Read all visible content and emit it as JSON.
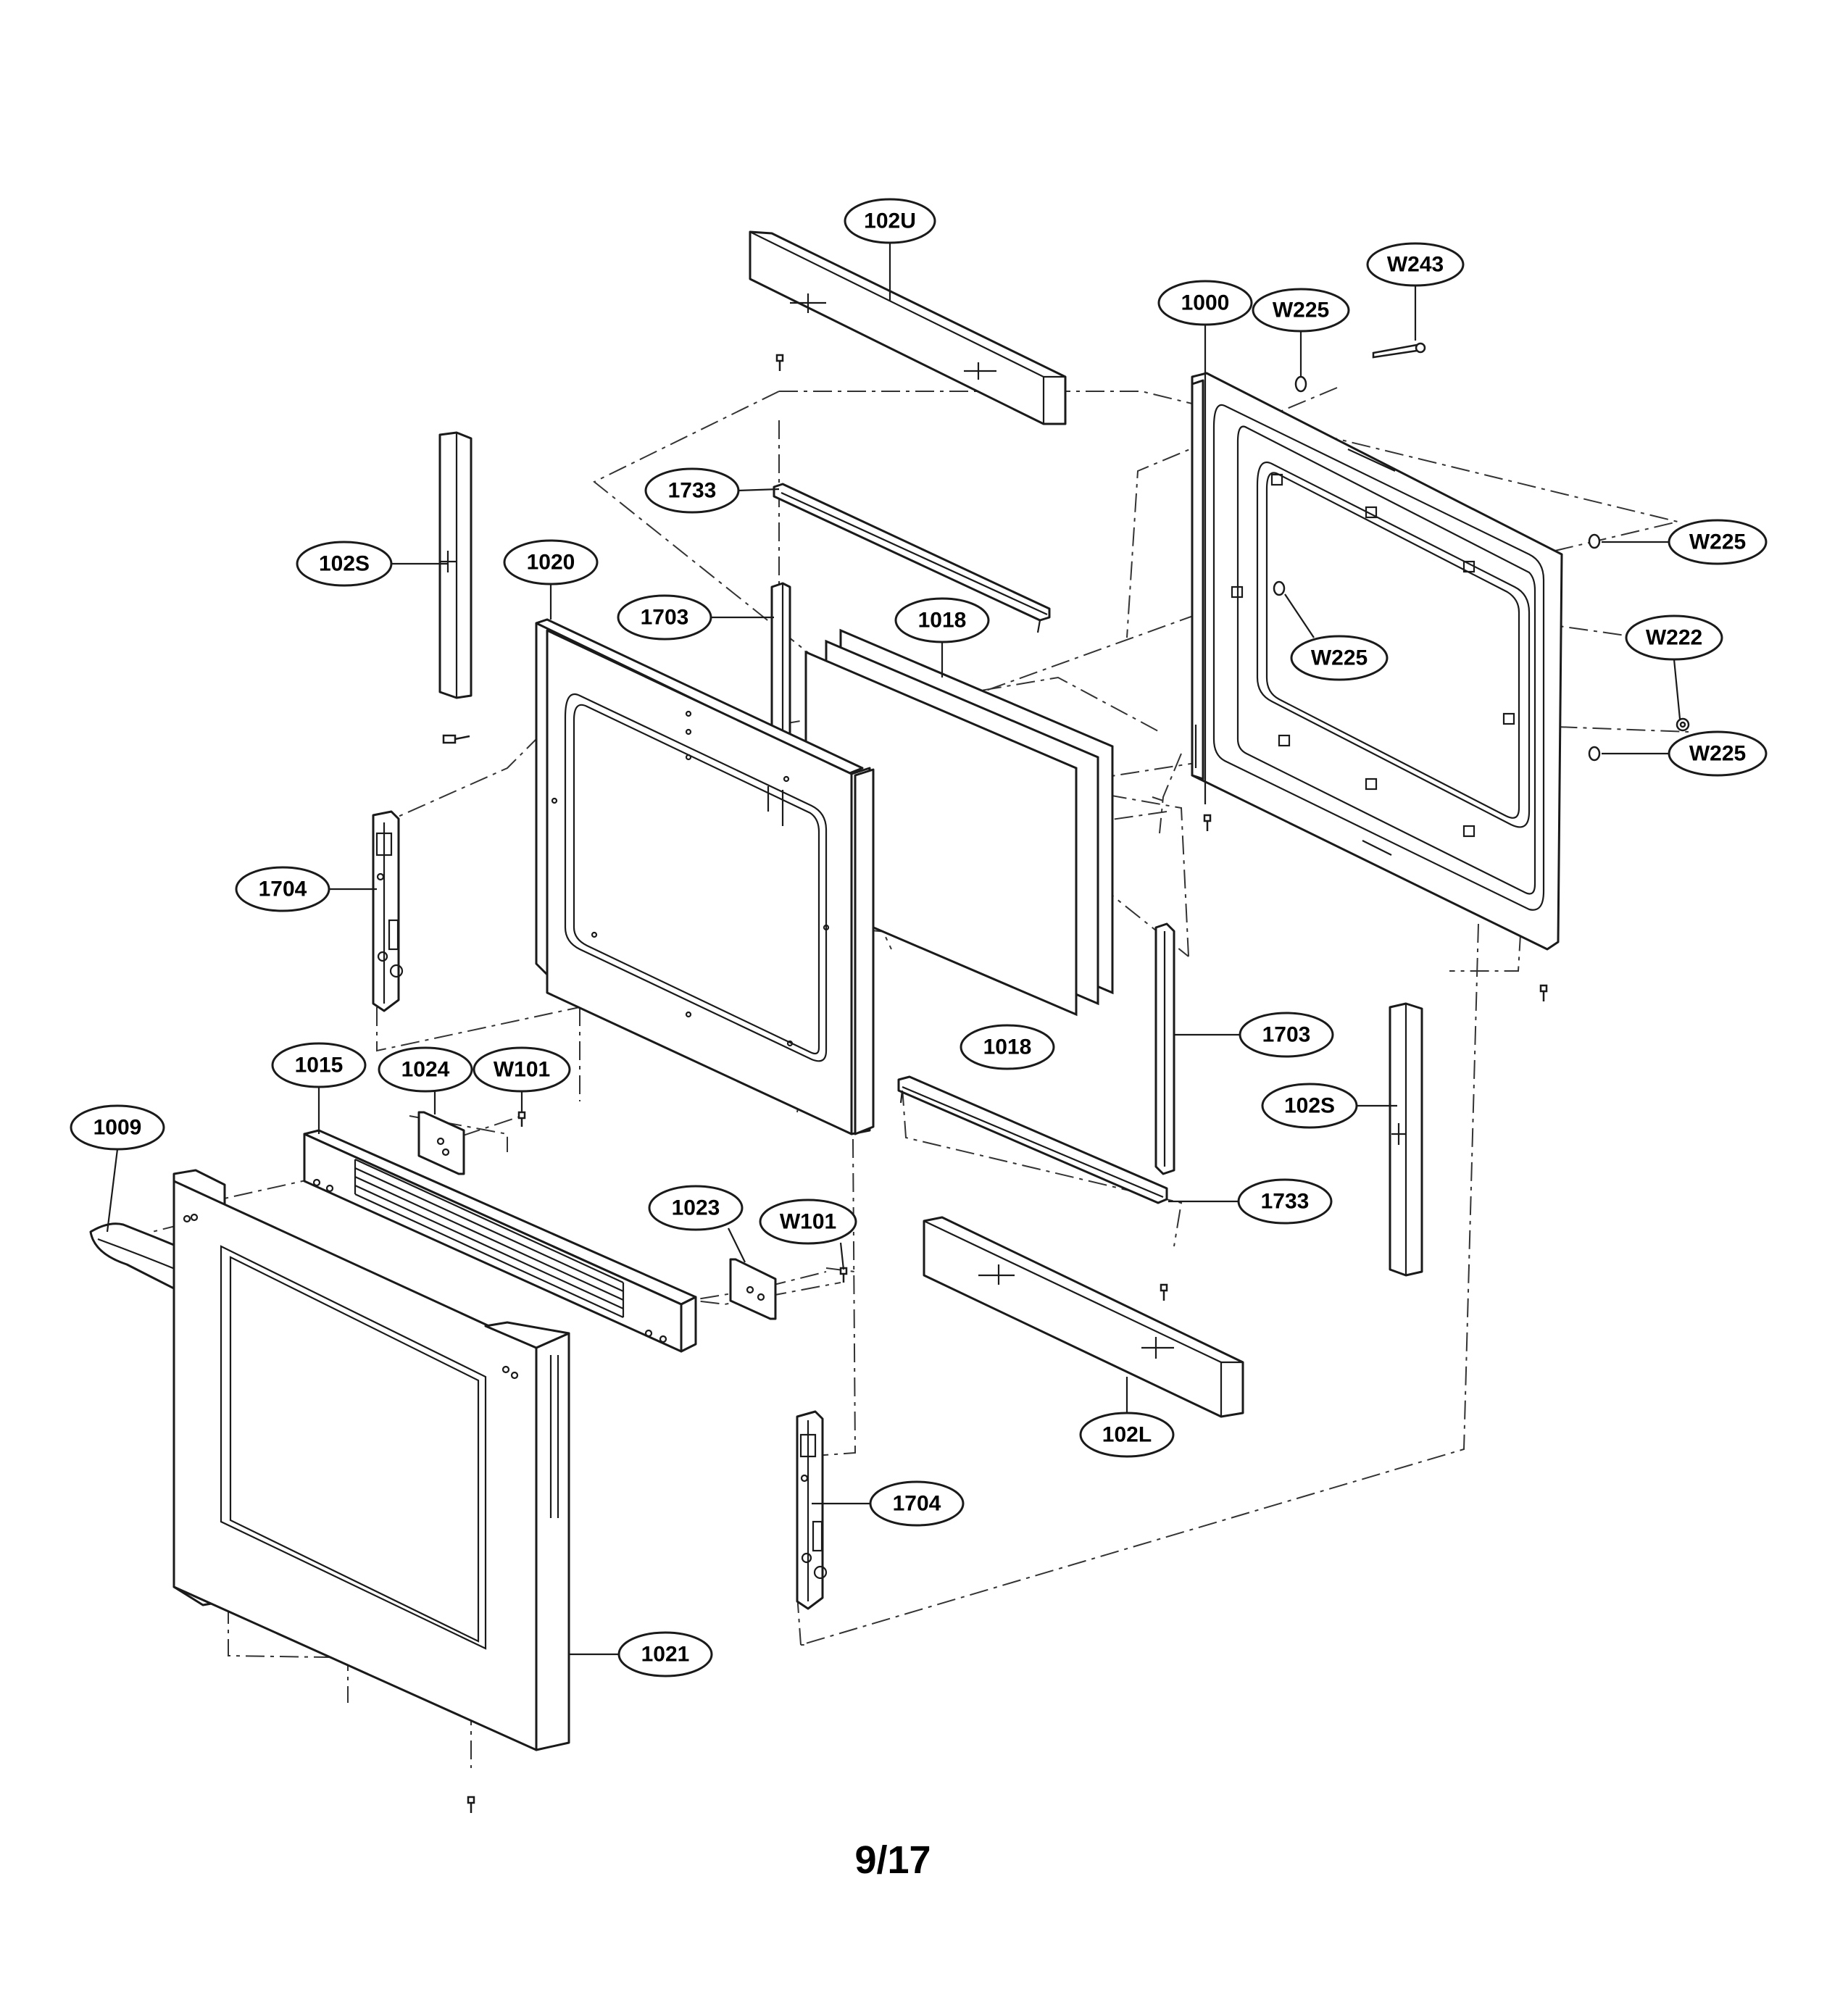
{
  "diagram": {
    "title": "",
    "page_number": "9/17",
    "callouts": {
      "c_102U": "102U",
      "c_W243": "W243",
      "c_1000": "1000",
      "c_W225_top": "W225",
      "c_1733_top": "1733",
      "c_102S_left": "102S",
      "c_1020": "1020",
      "c_1703_left": "1703",
      "c_1018_top": "1018",
      "c_W225_right1": "W225",
      "c_W225_mid": "W225",
      "c_W222": "W222",
      "c_W225_right2": "W225",
      "c_1704_left": "1704",
      "c_1018_bottom": "1018",
      "c_1703_right": "1703",
      "c_102S_right": "102S",
      "c_1015": "1015",
      "c_1024": "1024",
      "c_W101_left": "W101",
      "c_1009": "1009",
      "c_1733_bottom": "1733",
      "c_1023": "1023",
      "c_W101_right": "W101",
      "c_102L": "102L",
      "c_1704_right": "1704",
      "c_1021": "1021"
    }
  }
}
